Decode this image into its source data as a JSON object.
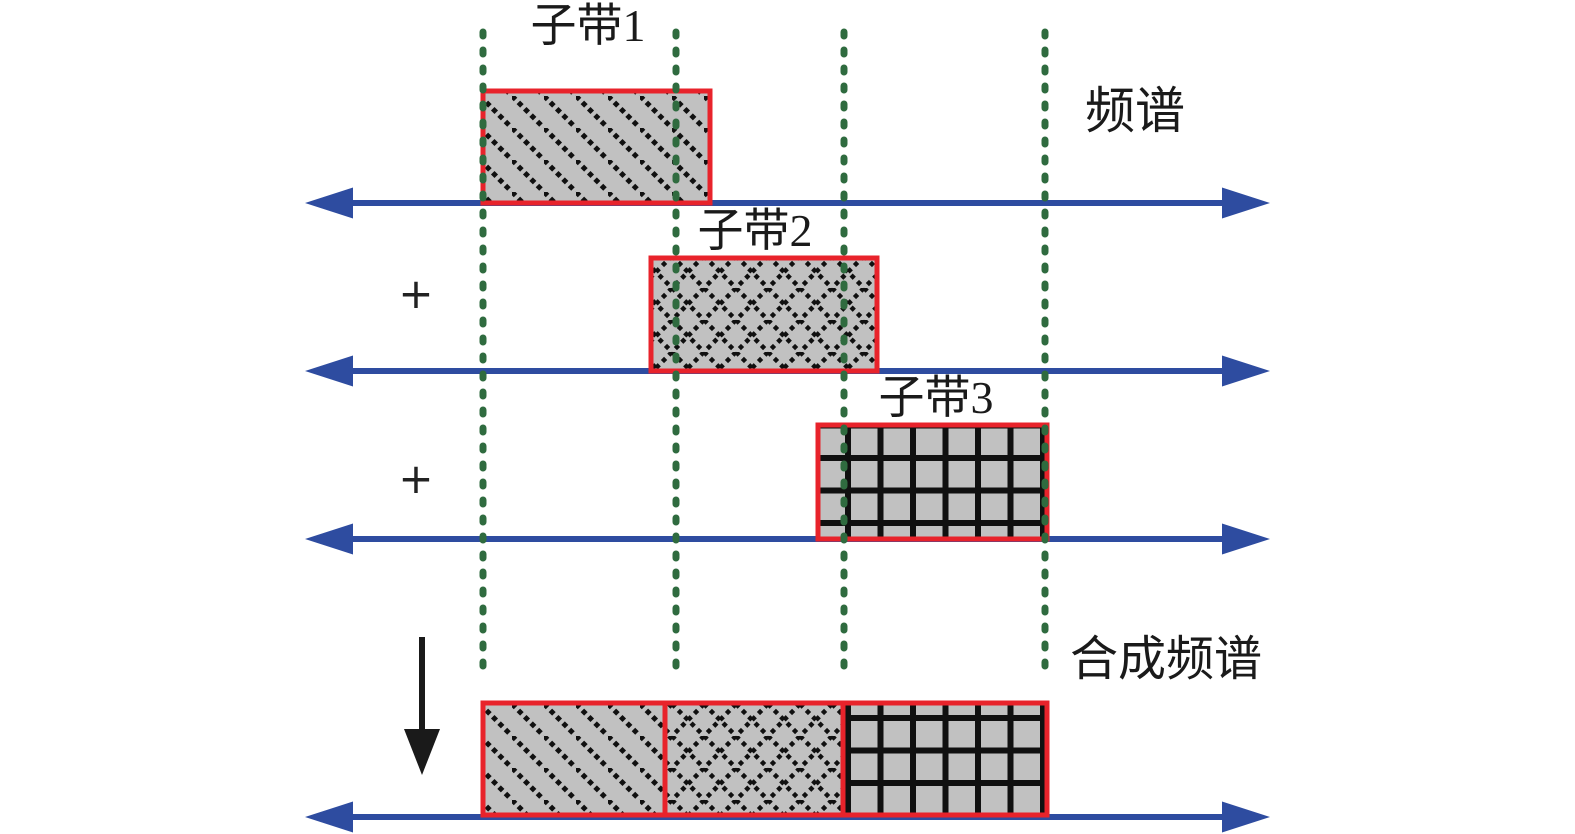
{
  "labels": {
    "subband1": "子带1",
    "subband2": "子带2",
    "subband3": "子带3",
    "spectrum": "频谱",
    "synthesized": "合成频谱",
    "plus1": "+",
    "plus2": "+"
  },
  "structure": {
    "rows": [
      {
        "name": "subband-1-row",
        "band_label": "子带1",
        "pattern": "diagonal-dotted-hatch",
        "axis": "double-headed-frequency-axis"
      },
      {
        "name": "subband-2-row",
        "band_label": "子带2",
        "pattern": "crosshatch-dotted",
        "axis": "double-headed-frequency-axis"
      },
      {
        "name": "subband-3-row",
        "band_label": "子带3",
        "pattern": "solid-grid",
        "axis": "double-headed-frequency-axis"
      },
      {
        "name": "synthesized-row",
        "band_label": "合成频谱",
        "pattern": "diagonal-dotted-hatch | crosshatch-dotted | solid-grid",
        "axis": "double-headed-frequency-axis"
      }
    ],
    "divider_lines": 4,
    "operators": [
      "+",
      "+",
      "down-arrow"
    ]
  },
  "colors": {
    "axis_blue": "#2e4ca0",
    "band_border_red": "#e8232b",
    "band_fill_gray": "#c1c1c1",
    "divider_green": "#2f6b3f",
    "pattern_black": "#101010",
    "text_black": "#1a1a1a"
  }
}
